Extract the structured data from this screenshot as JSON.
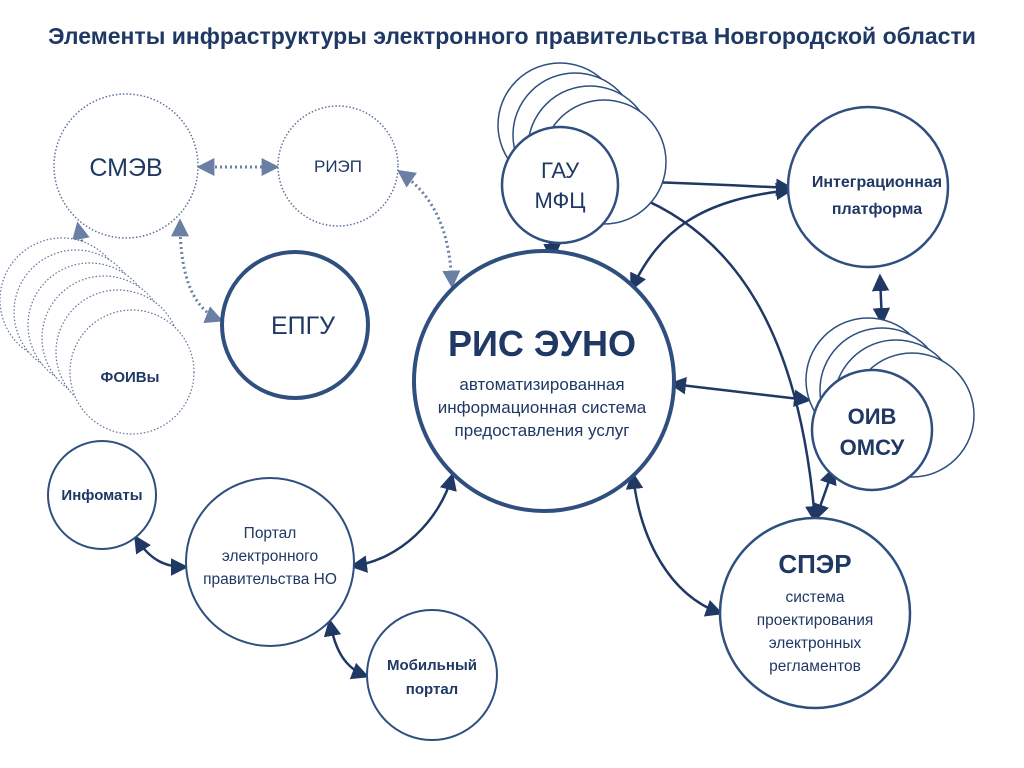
{
  "title": "Элементы инфраструктуры электронного правительства Новгородской области",
  "nodes": {
    "smev": {
      "label": "СМЭВ"
    },
    "riep": {
      "label": "РИЭП"
    },
    "epgu": {
      "label": "ЕПГУ"
    },
    "foiv": {
      "label": "ФОИВы"
    },
    "gau": {
      "line1": "ГАУ",
      "line2": "МФЦ"
    },
    "integration": {
      "line1": "Интеграционная",
      "line2": "платформа"
    },
    "ris": {
      "label": "РИС ЭУНО",
      "desc1": "автоматизированная",
      "desc2": "информационная система",
      "desc3": "предоставления услуг"
    },
    "oiv": {
      "line1": "ОИВ",
      "line2": "ОМСУ"
    },
    "infomats": {
      "label": "Инфоматы"
    },
    "portal": {
      "line1": "Портал",
      "line2": "электронного",
      "line3": "правительства НО"
    },
    "mobile": {
      "line1": "Мобильный",
      "line2": "портал"
    },
    "sper": {
      "label": "СПЭР",
      "desc1": "система",
      "desc2": "проектирования",
      "desc3": "электронных",
      "desc4": "регламентов"
    }
  },
  "colors": {
    "primary": "#1f3864",
    "circle_stroke": "#2f4f7f",
    "dotted": "#5b7399"
  }
}
